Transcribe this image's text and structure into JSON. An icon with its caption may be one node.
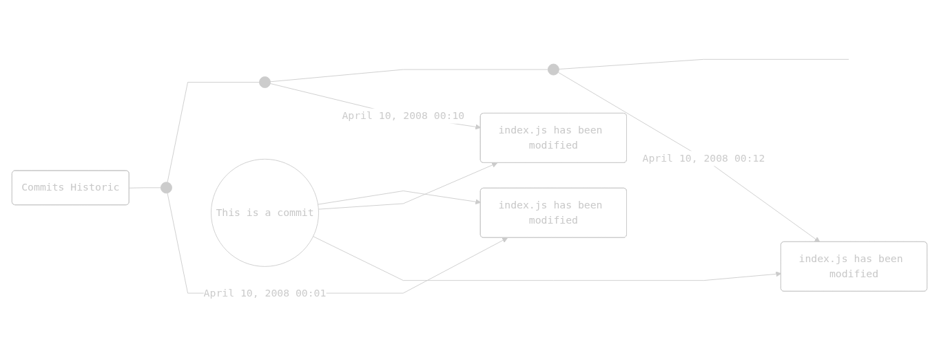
{
  "diagram": {
    "nodes": [
      {
        "text": [
          "Commits Historic"
        ]
      },
      {
        "text": [],
        "shape": "circle"
      },
      {
        "text": [
          "index.js has been modified"
        ]
      },
      {
        "text": [],
        "shape": "circle"
      },
      {
        "text": [
          "index.js has been modified"
        ]
      },
      {
        "text": [],
        "shape": "circle"
      },
      {
        "text": [
          "index.js has been modified"
        ]
      },
      {
        "text": [
          "This is a commit"
        ]
      }
    ],
    "edges": [
      {
        "from": 0,
        "to": 1,
        "arrow": "none"
      },
      {
        "from": 1,
        "to": 3,
        "arrow": "none"
      },
      {
        "from": 3,
        "to": 5,
        "arrow": "none"
      },
      {
        "from": 5,
        "to": null,
        "arrow": "none"
      },
      {
        "from": 1,
        "to": 2,
        "arrow": "to",
        "label": "April 10, 2008 00:01"
      },
      {
        "from": 3,
        "to": 4,
        "arrow": "to",
        "label": "April 10, 2008 00:10"
      },
      {
        "from": 5,
        "to": 6,
        "arrow": "to",
        "label": "April 10, 2008 00:12"
      },
      {
        "from": 7,
        "to": 2,
        "arrow": "to"
      },
      {
        "from": 7,
        "to": 4,
        "arrow": "to"
      },
      {
        "from": 7,
        "to": 6,
        "arrow": "to"
      }
    ]
  }
}
